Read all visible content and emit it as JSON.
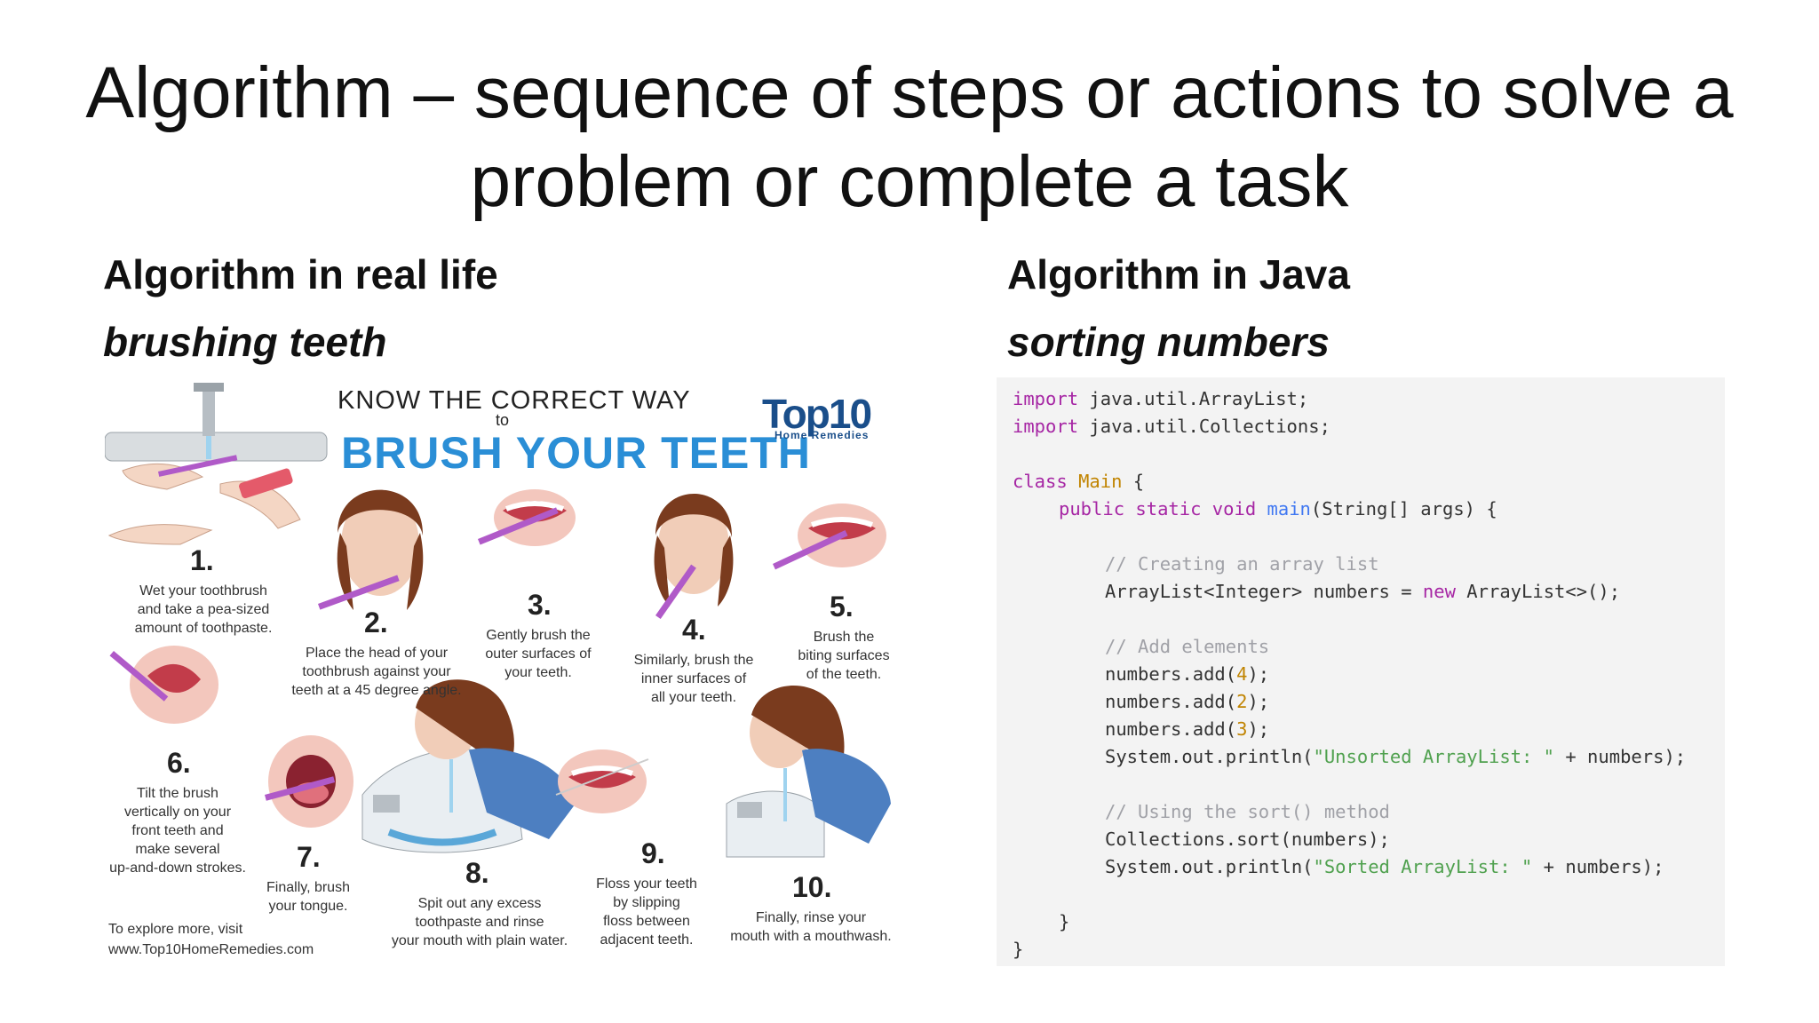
{
  "title": {
    "line1": "Algorithm – sequence of steps or actions to solve a",
    "line2": "problem or complete a task"
  },
  "left": {
    "heading": "Algorithm in real life",
    "subheading": "brushing teeth"
  },
  "right": {
    "heading": "Algorithm in Java",
    "subheading": "sorting numbers"
  },
  "infographic": {
    "header_line1": "KNOW THE CORRECT WAY",
    "header_to": "to",
    "header_line2": "BRUSH YOUR TEETH",
    "logo_main": "Top10",
    "logo_sub": "Home Remedies",
    "steps": [
      {
        "num": "1.",
        "lines": [
          "Wet your toothbrush",
          "and take a pea-sized",
          "amount of toothpaste."
        ]
      },
      {
        "num": "2.",
        "lines": [
          "Place the head of your",
          "toothbrush against your",
          "teeth at a 45 degree angle."
        ]
      },
      {
        "num": "3.",
        "lines": [
          "Gently brush the",
          "outer surfaces of",
          "your teeth."
        ]
      },
      {
        "num": "4.",
        "lines": [
          "Similarly, brush the",
          "inner surfaces of",
          "all your teeth."
        ]
      },
      {
        "num": "5.",
        "lines": [
          "Brush the",
          "biting surfaces",
          "of the teeth."
        ]
      },
      {
        "num": "6.",
        "lines": [
          "Tilt the brush",
          "vertically on your",
          "front teeth and",
          "make several",
          "up-and-down strokes."
        ]
      },
      {
        "num": "7.",
        "lines": [
          "Finally, brush",
          "your tongue."
        ]
      },
      {
        "num": "8.",
        "lines": [
          "Spit out any excess",
          "toothpaste and rinse",
          "your mouth with plain water."
        ]
      },
      {
        "num": "9.",
        "lines": [
          "Floss your teeth",
          "by slipping",
          "floss between",
          "adjacent teeth."
        ]
      },
      {
        "num": "10.",
        "lines": [
          "Finally, rinse your",
          "mouth with a mouthwash."
        ]
      }
    ],
    "footer_line1": "To explore more, visit",
    "footer_line2": "www.Top10HomeRemedies.com"
  },
  "code": {
    "l1_kw": "import",
    "l1_rest": " java.util.ArrayList;",
    "l2_kw": "import",
    "l2_rest": " java.util.Collections;",
    "l4_kw": "class",
    "l4_cls": "Main",
    "l4_rest": " {",
    "l5_kw": "public static void",
    "l5_fn": "main",
    "l5_rest": "(String[] args) {",
    "l7_cm": "// Creating an array list",
    "l8_a": "ArrayList<Integer> numbers = ",
    "l8_kw": "new",
    "l8_b": " ArrayList<>();",
    "l10_cm": "// Add elements",
    "l11_a": "numbers.add(",
    "l11_n": "4",
    "l11_b": ");",
    "l12_a": "numbers.add(",
    "l12_n": "2",
    "l12_b": ");",
    "l13_a": "numbers.add(",
    "l13_n": "3",
    "l13_b": ");",
    "l14_a": "System.out.println(",
    "l14_s": "\"Unsorted ArrayList: \"",
    "l14_b": " + numbers);",
    "l16_cm": "// Using the sort() method",
    "l17": "Collections.sort(numbers);",
    "l18_a": "System.out.println(",
    "l18_s": "\"Sorted ArrayList: \"",
    "l18_b": " + numbers);",
    "l20": "}",
    "l21": "}"
  }
}
